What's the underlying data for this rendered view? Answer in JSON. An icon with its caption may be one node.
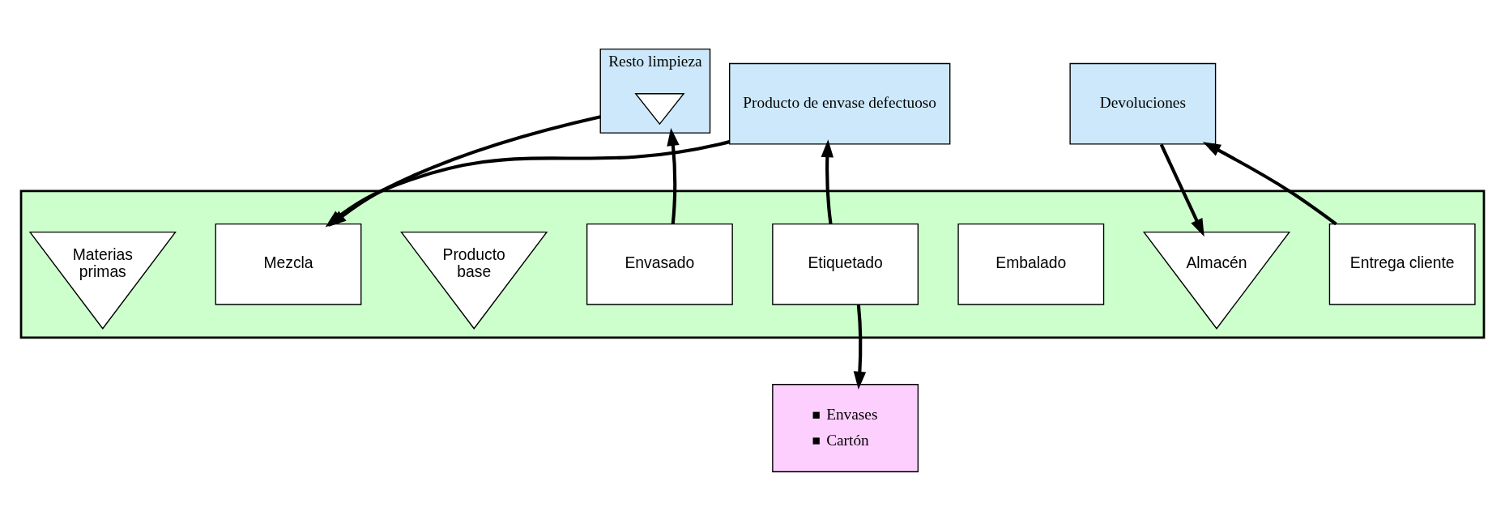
{
  "diagram": {
    "nodes": [
      {
        "text": [],
        "shape": "arrow"
      },
      {
        "text": [
          "Materias primas"
        ],
        "in": 0
      },
      {
        "text": [
          "Mezcla"
        ],
        "in": 0
      },
      {
        "text": [
          "Producto base"
        ],
        "in": 0
      },
      {
        "text": [
          "Envasado"
        ],
        "in": 0
      },
      {
        "text": [
          "Etiquetado"
        ],
        "in": 0
      },
      {
        "text": [
          "Embalado"
        ],
        "in": 0
      },
      {
        "text": [
          "Almacén"
        ],
        "in": 0
      },
      {
        "text": [
          "Entrega cliente"
        ],
        "in": 0
      },
      {
        "text": [
          "Resto limpieza"
        ]
      },
      {
        "text": [],
        "shape": "triangle",
        "in": 9
      },
      {
        "text": [
          "Producto de envase defectuoso"
        ]
      },
      {
        "text": [
          "Devoluciones"
        ]
      },
      {
        "text": [
          "Envases",
          "Cartón"
        ]
      }
    ],
    "edges": [
      {
        "from": 9,
        "to": 2,
        "arrow": "to"
      },
      {
        "from": 11,
        "to": 2,
        "arrow": "to"
      },
      {
        "from": 4,
        "to": 9,
        "arrow": "to"
      },
      {
        "from": 5,
        "to": 11,
        "arrow": "to"
      },
      {
        "from": 5,
        "to": 13,
        "arrow": "to"
      },
      {
        "from": 12,
        "to": 7,
        "arrow": "to"
      },
      {
        "from": 8,
        "to": 12,
        "arrow": "to"
      }
    ]
  }
}
